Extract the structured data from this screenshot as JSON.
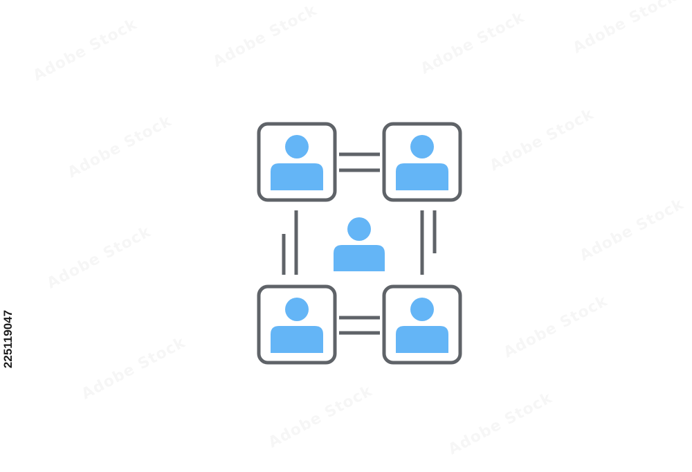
{
  "stock_id": "225119047",
  "watermark_text": "Adobe Stock",
  "colors": {
    "background": "#ffffff",
    "frame_stroke": "#5f6368",
    "person_fill": "#64b5f6",
    "connector_stroke": "#5f6368"
  },
  "icons": {
    "person": "person-icon",
    "frame": "rounded-square-frame"
  },
  "nodes": [
    {
      "name": "top-left-person"
    },
    {
      "name": "top-right-person"
    },
    {
      "name": "bottom-left-person"
    },
    {
      "name": "bottom-right-person"
    }
  ],
  "center_node": {
    "name": "center-person"
  }
}
